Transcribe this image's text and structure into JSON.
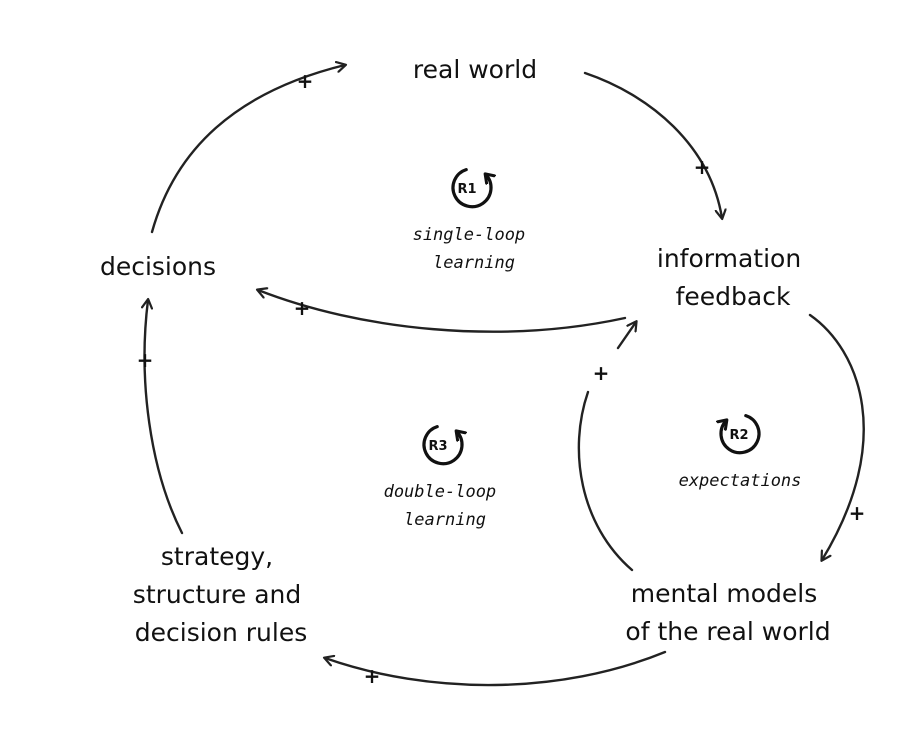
{
  "nodes": {
    "real_world": "real world",
    "information_feedback": [
      "information",
      "feedback"
    ],
    "decisions": "decisions",
    "strategy": [
      "strategy,",
      "structure and",
      "decision rules"
    ],
    "mental_models": [
      "mental models",
      "of the real world"
    ]
  },
  "loops": {
    "r1": {
      "id": "R1",
      "label": [
        "single-loop",
        "learning"
      ]
    },
    "r2": {
      "id": "R2",
      "label": [
        "expectations"
      ]
    },
    "r3": {
      "id": "R3",
      "label": [
        "double-loop",
        "learning"
      ]
    }
  },
  "polarity": "+",
  "colors": {
    "ink": "#111111",
    "background": "#ffffff"
  }
}
